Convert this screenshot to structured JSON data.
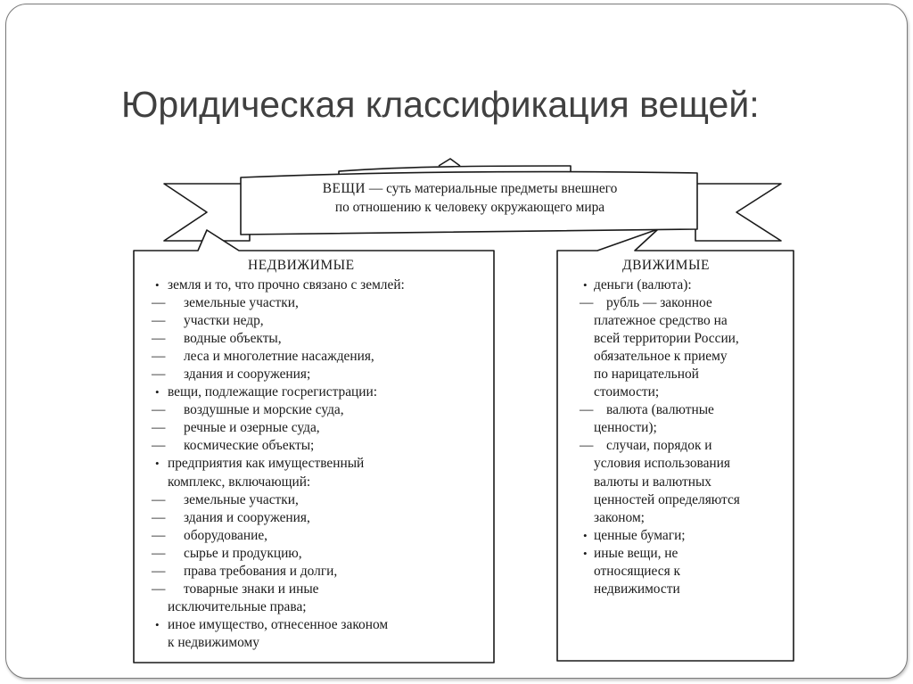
{
  "slide": {
    "title": "Юридическая классификация вещей:"
  },
  "banner": {
    "lead": "ВЕЩИ",
    "line1": "— суть материальные предметы внешнего",
    "line2": "по отношению к человеку окружающего мира"
  },
  "immovable": {
    "heading": "НЕДВИЖИМЫЕ",
    "lines": [
      {
        "m": "•",
        "t": "земля и то, что прочно связано с землей:"
      },
      {
        "m": "—",
        "t": "земельные участки,"
      },
      {
        "m": "—",
        "t": "участки недр,"
      },
      {
        "m": "—",
        "t": "водные объекты,"
      },
      {
        "m": "—",
        "t": "леса и многолетние насаждения,"
      },
      {
        "m": "—",
        "t": "здания и сооружения;"
      },
      {
        "m": "•",
        "t": "вещи, подлежащие госрегистрации:"
      },
      {
        "m": "—",
        "t": "воздушные и морские суда,"
      },
      {
        "m": "—",
        "t": "речные и озерные суда,"
      },
      {
        "m": "—",
        "t": "космические объекты;"
      },
      {
        "m": "•",
        "t": "предприятия как имущественный"
      },
      {
        "m": "",
        "t": "комплекс, включающий:"
      },
      {
        "m": "—",
        "t": "земельные участки,"
      },
      {
        "m": "—",
        "t": "здания и сооружения,"
      },
      {
        "m": "—",
        "t": "оборудование,"
      },
      {
        "m": "—",
        "t": "сырье и продукцию,"
      },
      {
        "m": "—",
        "t": "права требования и долги,"
      },
      {
        "m": "—",
        "t": "товарные знаки и иные"
      },
      {
        "m": "",
        "t": "исключительные права;"
      },
      {
        "m": "•",
        "t": "иное имущество, отнесенное законом"
      },
      {
        "m": "",
        "t": "к недвижимому"
      }
    ]
  },
  "movable": {
    "heading": "ДВИЖИМЫЕ",
    "lines": [
      {
        "m": "•",
        "t": "деньги (валюта):"
      },
      {
        "m": "—",
        "t": "рубль — законное"
      },
      {
        "m": "",
        "t": "платежное средство на"
      },
      {
        "m": "",
        "t": "всей территории России,"
      },
      {
        "m": "",
        "t": "обязательное к приему"
      },
      {
        "m": "",
        "t": "по нарицательной"
      },
      {
        "m": "",
        "t": "стоимости;"
      },
      {
        "m": "—",
        "t": "валюта (валютные"
      },
      {
        "m": "",
        "t": "ценности);"
      },
      {
        "m": "—",
        "t": "случаи, порядок и"
      },
      {
        "m": "",
        "t": "условия использования"
      },
      {
        "m": "",
        "t": "валюты и валютных"
      },
      {
        "m": "",
        "t": "ценностей определяются"
      },
      {
        "m": "",
        "t": "законом;"
      },
      {
        "m": "•",
        "t": "ценные бумаги;"
      },
      {
        "m": "•",
        "t": "иные вещи, не"
      },
      {
        "m": "",
        "t": "относящиеся к"
      },
      {
        "m": "",
        "t": "недвижимости"
      }
    ]
  }
}
